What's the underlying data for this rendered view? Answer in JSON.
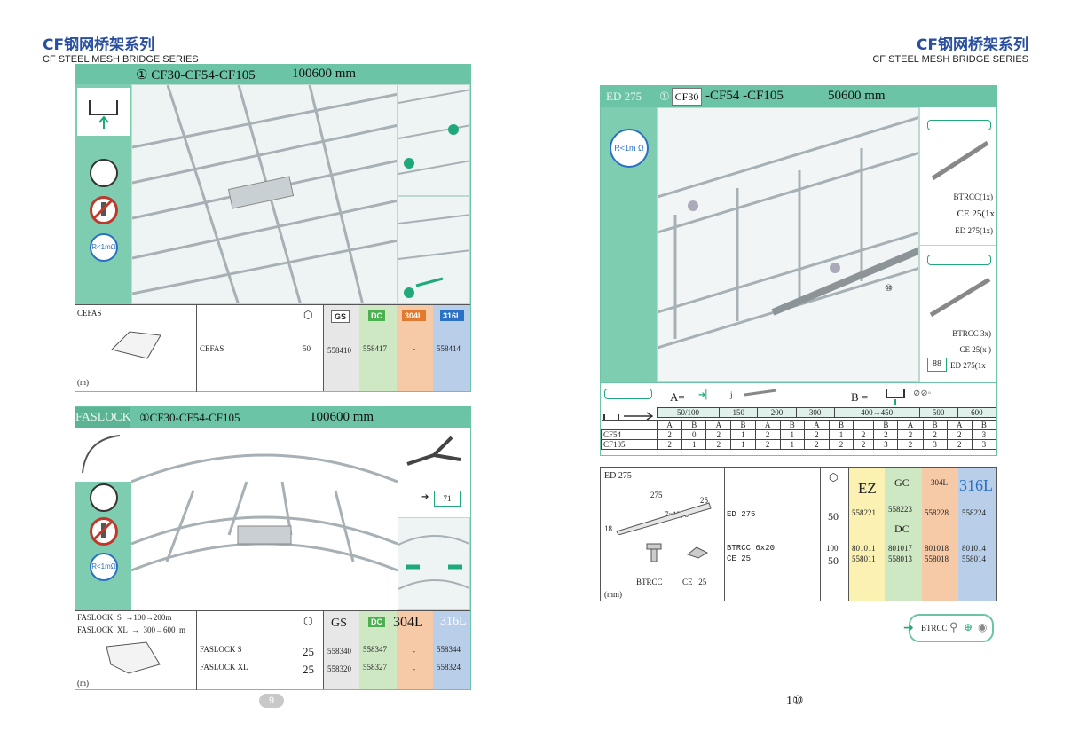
{
  "header_left": {
    "title": "CF钢网桥架系列",
    "subtitle": "CF STEEL MESH BRIDGE SERIES"
  },
  "header_right": {
    "title": "CF钢网桥架系列",
    "subtitle": "CF STEEL MESH BRIDGE SERIES"
  },
  "cefas": {
    "band_text": "① CF30-CF54-CF105",
    "band_size": "100600 mm",
    "table_label": "CEFAS",
    "unit": "(m)",
    "item": "CEFAS",
    "qty": "50",
    "badges": {
      "gs": "GS",
      "dc": "DC",
      "ss304": "304L",
      "ss316": "316L"
    },
    "codes": {
      "gs": "558410",
      "dc": "558417",
      "ss304": "-",
      "ss316": "558414"
    }
  },
  "faslock": {
    "band_title": "FASLOCK",
    "band_text": "①CF30-CF54-CF105",
    "band_size": "100600 mm",
    "ref_page": "71",
    "spec_s": "FASLOCK  S  →100→200m",
    "spec_xl": "FASLOCK  XL  →  300→600  m",
    "unit": "(m)",
    "badges": {
      "gs": "GS",
      "dc": "DC",
      "ss304": "304L",
      "ss316": "316L"
    },
    "rows": [
      {
        "item": "FASLOCK S",
        "qty": "25",
        "gs": "558340",
        "dc": "558347",
        "ss304": "-",
        "ss316": "558344"
      },
      {
        "item": "FASLOCK XL",
        "qty": "25",
        "gs": "558320",
        "dc": "558327",
        "ss304": "-",
        "ss316": "558324"
      }
    ]
  },
  "page_left": "9",
  "ed275": {
    "band_left": "ED  275",
    "band_num": "①",
    "band_cf30": "CF30",
    "band_text": "-CF54  -CF105",
    "band_size": "50600  mm",
    "resist": "R<1m Ω",
    "callout_1": [
      "BTRCC(1x)",
      "CE  25(1x",
      "ED 275(1x)"
    ],
    "callout_2": [
      "BTRCC  3x)",
      "CE  25(x )",
      "ED 275(1x"
    ],
    "ref_page": "88",
    "marker": "⑩",
    "a_label": "A=",
    "a_desc": "j.",
    "b_label": "B =",
    "width_header": [
      "50/100",
      "150",
      "200",
      "300",
      "400→450",
      "500",
      "600"
    ],
    "ab_header": [
      "A",
      "B",
      "A",
      "B",
      "A",
      "B",
      "A",
      "B",
      "",
      "B",
      "A",
      "B",
      "A",
      "B"
    ],
    "rows": [
      {
        "name": "CF54",
        "vals": [
          "2",
          "0",
          "2",
          "1",
          "2",
          "1",
          "2",
          "1",
          "2",
          "2",
          "2",
          "2",
          "2",
          "3"
        ]
      },
      {
        "name": "CF105",
        "vals": [
          "2",
          "1",
          "2",
          "1",
          "2",
          "1",
          "2",
          "2",
          "2",
          "3",
          "2",
          "3",
          "2",
          "3"
        ]
      }
    ]
  },
  "ed_table": {
    "title": "ED 275",
    "dim_275": "275",
    "dim_25": "25",
    "dim_hole": "7x12, 5",
    "dim_18": "18",
    "label_btrcc": "BTRCC",
    "label_ce": "CE   25",
    "unit": "(mm)",
    "items": [
      "ED 275",
      "BTRCC 6x20",
      "CE 25"
    ],
    "badges": {
      "ez": "EZ",
      "gc": "GC",
      "dc": "DC",
      "ss304": "304L",
      "ss316": "316L"
    },
    "rows": [
      {
        "qty": "50",
        "ez": "558221",
        "gc": "558223",
        "ss304": "558228",
        "ss316": "558224"
      },
      {
        "qty": "100",
        "ez": "801011",
        "gc": "801017",
        "ss304": "801018",
        "ss316": "801014"
      },
      {
        "qty": "50",
        "ez": "558011",
        "gc": "558013",
        "ss304": "558018",
        "ss316": "558014"
      }
    ]
  },
  "btrcc_tag": "BTRCC",
  "page_right": "1⑩"
}
